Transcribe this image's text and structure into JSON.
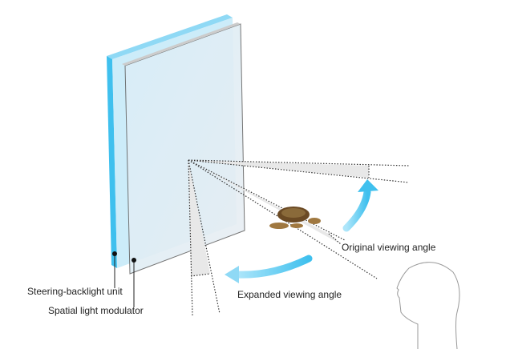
{
  "labels": {
    "backlight": "Steering-backlight unit",
    "slm": "Spatial light modulator",
    "original": "Original viewing angle",
    "expanded": "Expanded viewing angle"
  },
  "colors": {
    "backlight": "#3fc0ee",
    "arrow": "#4cc3ef",
    "ray": "#333333"
  }
}
